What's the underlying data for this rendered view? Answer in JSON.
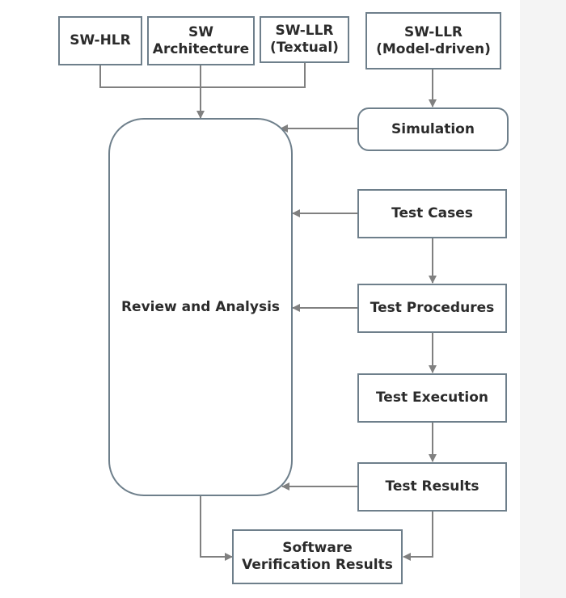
{
  "nodes": {
    "sw_hlr": {
      "line1": "SW-HLR"
    },
    "sw_architecture": {
      "line1": "SW",
      "line2": "Architecture"
    },
    "sw_llr_textual": {
      "line1": "SW-LLR",
      "line2": "(Textual)"
    },
    "sw_llr_model": {
      "line1": "SW-LLR",
      "line2": "(Model-driven)"
    },
    "simulation": {
      "line1": "Simulation"
    },
    "review_analysis": {
      "line1": "Review and Analysis"
    },
    "test_cases": {
      "line1": "Test Cases"
    },
    "test_procedures": {
      "line1": "Test Procedures"
    },
    "test_execution": {
      "line1": "Test Execution"
    },
    "test_results": {
      "line1": "Test Results"
    },
    "verification_results": {
      "line1": "Software",
      "line2": "Verification Results"
    }
  },
  "colors": {
    "border": "#6e7f8b",
    "arrow": "#808080",
    "text": "#2b2b2b"
  }
}
